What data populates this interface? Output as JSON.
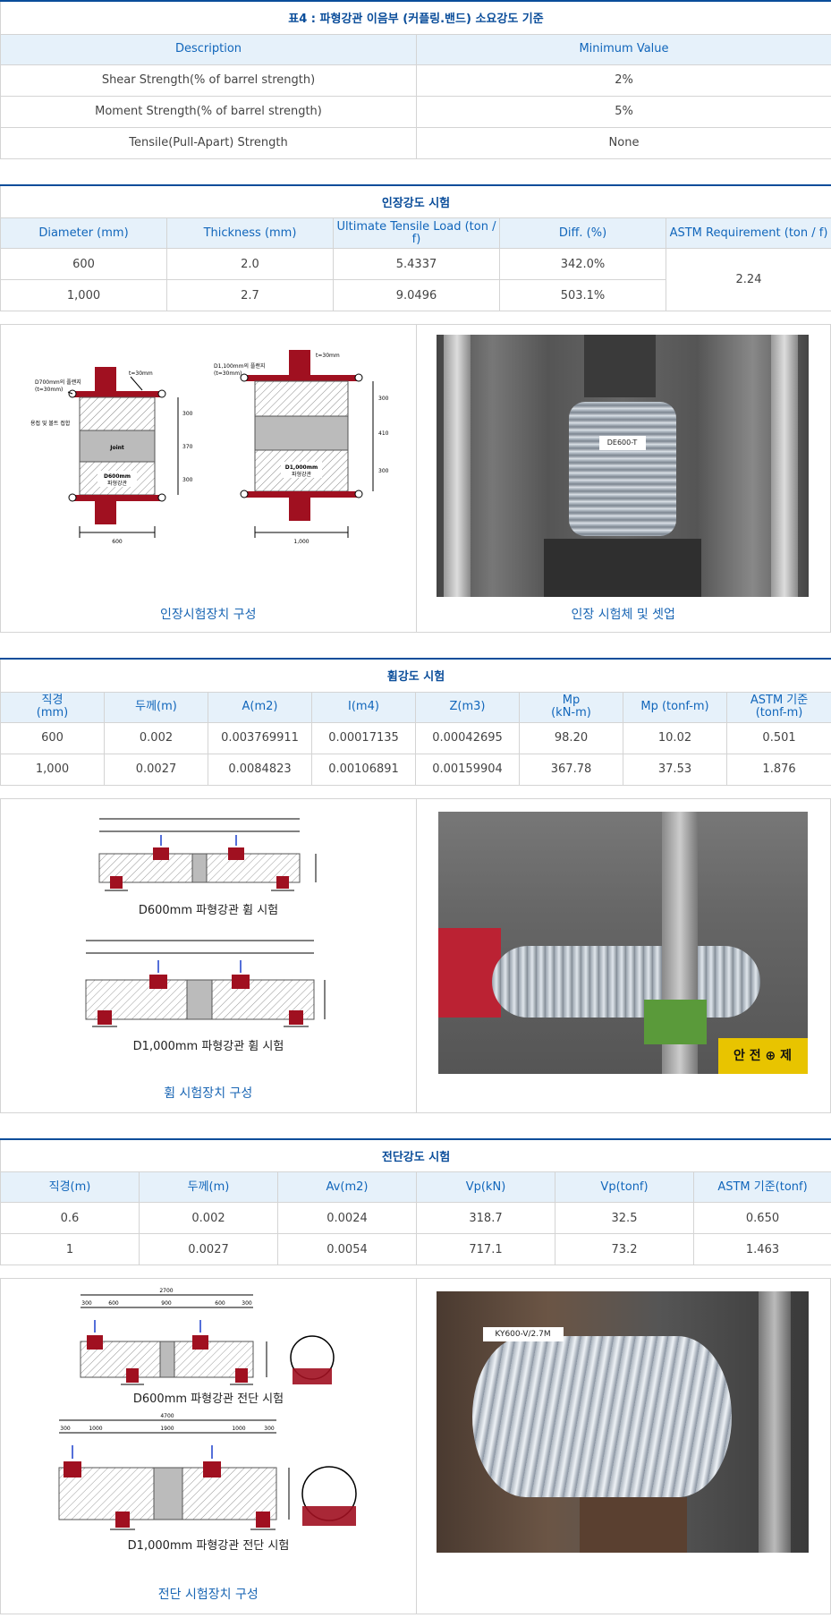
{
  "table1": {
    "title": "표4 : 파형강관 이음부 (커플링.밴드) 소요강도 기준",
    "headers": [
      "Description",
      "Minimum Value"
    ],
    "rows": [
      [
        "Shear Strength(% of barrel strength)",
        "2%"
      ],
      [
        "Moment Strength(% of barrel strength)",
        "5%"
      ],
      [
        "Tensile(Pull-Apart) Strength",
        "None"
      ]
    ]
  },
  "table2": {
    "title": "인장강도 시험",
    "headers": [
      "Diameter (mm)",
      "Thickness (mm)",
      "Ultimate Tensile Load  (ton / f)",
      "Diff. (%)",
      "ASTM   Requirement (ton / f)"
    ],
    "rows": [
      [
        "600",
        "2.0",
        "5.4337",
        "342.0%"
      ],
      [
        "1,000",
        "2.7",
        "9.0496",
        "503.1%"
      ]
    ],
    "requirement": "2.24"
  },
  "tensile_panel": {
    "left_caption": "인장시험장치 구성",
    "right_caption": "인장 시험체 및 셋업",
    "photo_tag": "DE600-T",
    "diagram": {
      "d600_label1": "D700mm의 플랜지",
      "d600_label2": "(t=30mm)",
      "d600_label3": "용접 및 볼트 접합",
      "d600_t": "t=30mm",
      "d600_joint": "Joint",
      "d600_name1": "D600mm",
      "d600_name2": "파형강관",
      "d600_dims": [
        "300",
        "370",
        "300"
      ],
      "d600_width": "600",
      "d1000_label1": "D1,100mm의 플랜지",
      "d1000_label2": "(t=30mm)",
      "d1000_t": "t=30mm",
      "d1000_name1": "D1,000mm",
      "d1000_name2": "파형강관",
      "d1000_dims": [
        "300",
        "410",
        "300"
      ],
      "d1000_width": "1,000"
    }
  },
  "table3": {
    "title": "휨강도 시험",
    "headers": [
      "직경\n(mm)",
      "두께(m)",
      "A(m2)",
      "I(m4)",
      "Z(m3)",
      "Mp\n(kN-m)",
      "Mp (tonf-m)",
      "ASTM 기준\n(tonf-m)"
    ],
    "rows": [
      [
        "600",
        "0.002",
        "0.003769911",
        "0.00017135",
        "0.00042695",
        "98.20",
        "10.02",
        "0.501"
      ],
      [
        "1,000",
        "0.0027",
        "0.0084823",
        "0.00106891",
        "0.00159904",
        "367.78",
        "37.53",
        "1.876"
      ]
    ]
  },
  "bending_panel": {
    "sub1": "D600mm 파형강관 휨 시험",
    "sub2": "D1,000mm 파형강관 휨 시험",
    "caption": "휨 시험장치 구성",
    "photo_sign": "안 전 ⊕ 제"
  },
  "table4": {
    "title": "전단강도 시험",
    "headers": [
      "직경(m)",
      "두께(m)",
      "Av(m2)",
      "Vp(kN)",
      "Vp(tonf)",
      "ASTM 기준(tonf)"
    ],
    "rows": [
      [
        "0.6",
        "0.002",
        "0.0024",
        "318.7",
        "32.5",
        "0.650"
      ],
      [
        "1",
        "0.0027",
        "0.0054",
        "717.1",
        "73.2",
        "1.463"
      ]
    ]
  },
  "shear_panel": {
    "sub1": "D600mm 파형강관 전단 시험",
    "sub2": "D1,000mm 파형강관 전단 시험",
    "caption": "전단 시험장치 구성",
    "photo_tag": "KY600-V/2.7M",
    "dims600": [
      "2700",
      "300",
      "600",
      "900",
      "600",
      "300"
    ],
    "dims1000": [
      "4700",
      "300",
      "1000",
      "1900",
      "1000",
      "300"
    ]
  },
  "colors": {
    "title_blue": "#0a4d9a",
    "header_bg": "#e6f1fa",
    "header_text": "#1166bb",
    "flange_red": "#a01020"
  }
}
